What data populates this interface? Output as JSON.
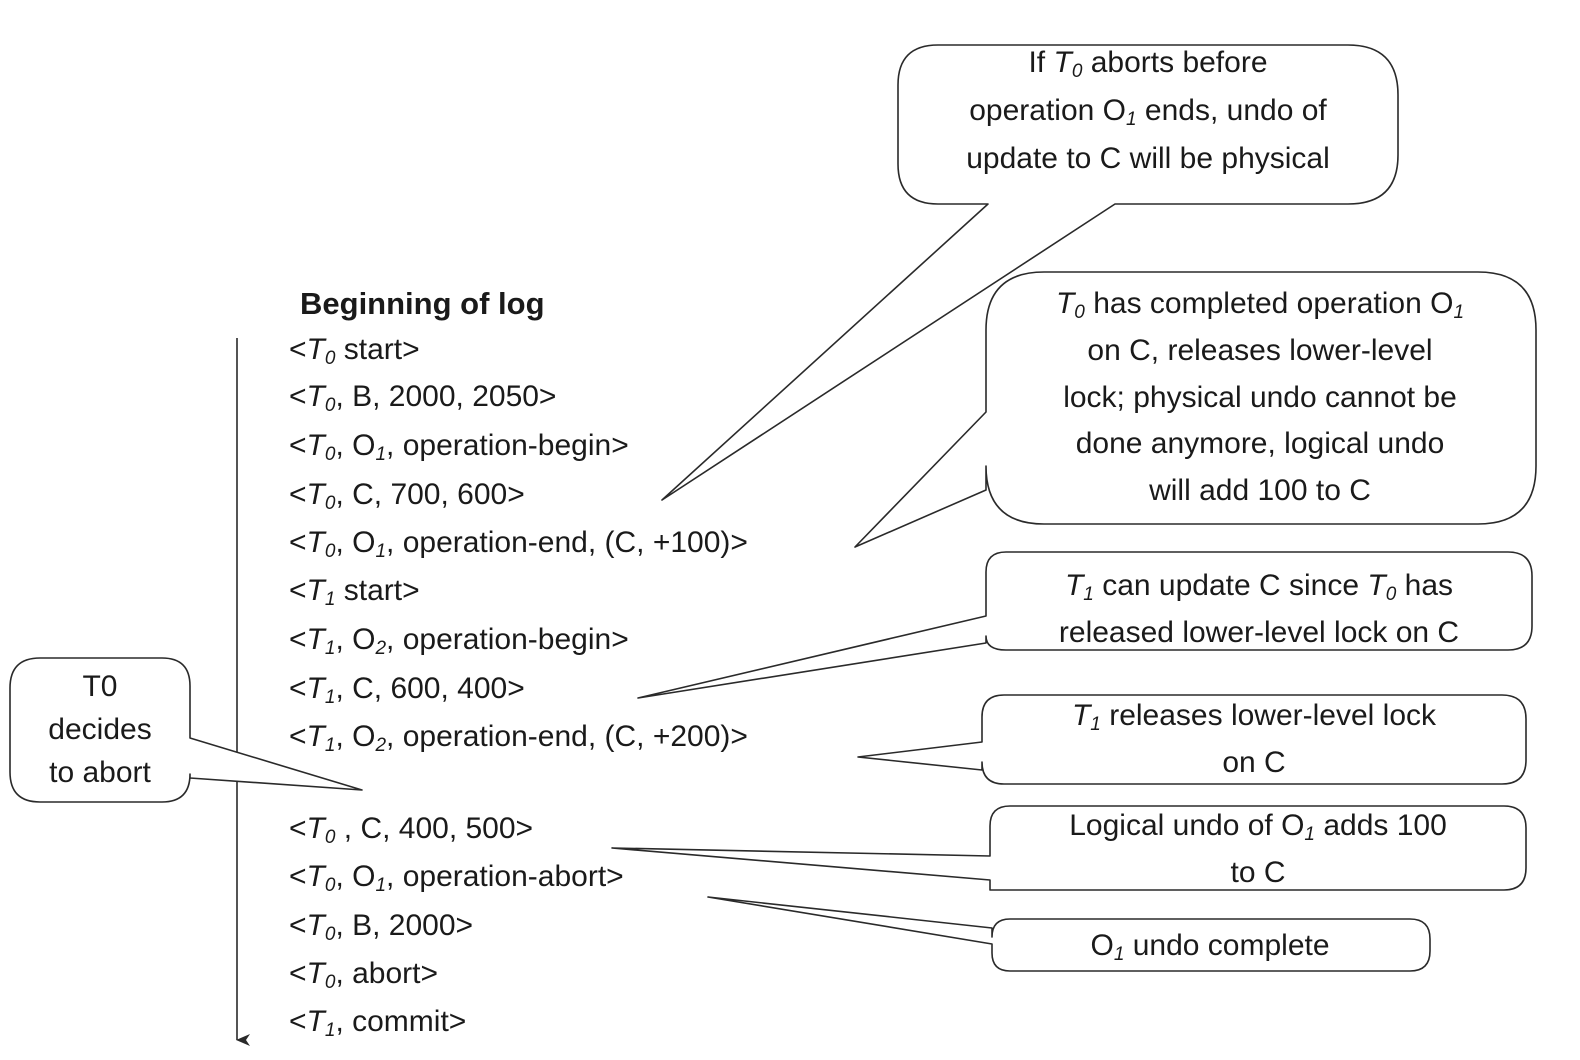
{
  "log": {
    "heading": "Beginning of log",
    "records": [
      [
        {
          "t": "<"
        },
        {
          "t": "T",
          "i": true
        },
        {
          "t": "0",
          "i": true,
          "sub": true
        },
        {
          "t": " start>"
        }
      ],
      [
        {
          "t": "<"
        },
        {
          "t": "T",
          "i": true
        },
        {
          "t": "0",
          "i": true,
          "sub": true
        },
        {
          "t": ", B, 2000, 2050>"
        }
      ],
      [
        {
          "t": "<"
        },
        {
          "t": "T",
          "i": true
        },
        {
          "t": "0",
          "i": true,
          "sub": true
        },
        {
          "t": ", O"
        },
        {
          "t": "1",
          "i": true,
          "sub": true
        },
        {
          "t": ", operation-begin>"
        }
      ],
      [
        {
          "t": "<"
        },
        {
          "t": "T",
          "i": true
        },
        {
          "t": "0",
          "i": true,
          "sub": true
        },
        {
          "t": ", C, 700, 600>"
        }
      ],
      [
        {
          "t": "<"
        },
        {
          "t": "T",
          "i": true
        },
        {
          "t": "0",
          "i": true,
          "sub": true
        },
        {
          "t": ", O"
        },
        {
          "t": "1",
          "i": true,
          "sub": true
        },
        {
          "t": ", operation-end, (C, +100)>"
        }
      ],
      [
        {
          "t": "<"
        },
        {
          "t": "T",
          "i": true
        },
        {
          "t": "1",
          "i": true,
          "sub": true
        },
        {
          "t": " start>"
        }
      ],
      [
        {
          "t": "<"
        },
        {
          "t": "T",
          "i": true
        },
        {
          "t": "1",
          "i": true,
          "sub": true
        },
        {
          "t": ", O"
        },
        {
          "t": "2",
          "i": true,
          "sub": true
        },
        {
          "t": ", operation-begin>"
        }
      ],
      [
        {
          "t": "<"
        },
        {
          "t": "T",
          "i": true
        },
        {
          "t": "1",
          "i": true,
          "sub": true
        },
        {
          "t": ", C, 600, 400>"
        }
      ],
      [
        {
          "t": "<"
        },
        {
          "t": "T",
          "i": true
        },
        {
          "t": "1",
          "i": true,
          "sub": true
        },
        {
          "t": ", O"
        },
        {
          "t": "2",
          "i": true,
          "sub": true
        },
        {
          "t": ", operation-end, (C, +200)>"
        }
      ],
      [
        {
          "t": "<"
        },
        {
          "t": "T",
          "i": true
        },
        {
          "t": "0",
          "i": true,
          "sub": true
        },
        {
          "t": " , C, 400, 500>"
        }
      ],
      [
        {
          "t": "<"
        },
        {
          "t": "T",
          "i": true
        },
        {
          "t": "0",
          "i": true,
          "sub": true
        },
        {
          "t": ", O"
        },
        {
          "t": "1",
          "i": true,
          "sub": true
        },
        {
          "t": ", operation-abort>"
        }
      ],
      [
        {
          "t": "<"
        },
        {
          "t": "T",
          "i": true
        },
        {
          "t": "0",
          "i": true,
          "sub": true
        },
        {
          "t": ", B, 2000>"
        }
      ],
      [
        {
          "t": "<"
        },
        {
          "t": "T",
          "i": true
        },
        {
          "t": "0",
          "i": true,
          "sub": true
        },
        {
          "t": ", abort>"
        }
      ],
      [
        {
          "t": "<"
        },
        {
          "t": "T",
          "i": true
        },
        {
          "t": "1",
          "i": true,
          "sub": true
        },
        {
          "t": ", commit>"
        }
      ]
    ]
  },
  "callouts": [
    {
      "name": "callout-t0-abort-before-o1-ends",
      "lines": [
        [
          {
            "t": "If "
          },
          {
            "t": "T",
            "i": true
          },
          {
            "t": "0",
            "i": true,
            "sub": true
          },
          {
            "t": " aborts before"
          }
        ],
        [
          {
            "t": "operation O"
          },
          {
            "t": "1",
            "i": true,
            "sub": true
          },
          {
            "t": " ends, undo of"
          }
        ],
        [
          {
            "t": "update to C will be physical"
          }
        ]
      ]
    },
    {
      "name": "callout-t0-completed-o1",
      "lines": [
        [
          {
            "t": "T",
            "i": true
          },
          {
            "t": "0",
            "i": true,
            "sub": true
          },
          {
            "t": " has completed operation O"
          },
          {
            "t": "1",
            "i": true,
            "sub": true
          }
        ],
        [
          {
            "t": "on C, releases lower-level"
          }
        ],
        [
          {
            "t": "lock; physical undo cannot be"
          }
        ],
        [
          {
            "t": "done anymore, logical undo"
          }
        ],
        [
          {
            "t": "will add 100 to C"
          }
        ]
      ]
    },
    {
      "name": "callout-t1-can-update-c",
      "lines": [
        [
          {
            "t": "T",
            "i": true
          },
          {
            "t": "1",
            "i": true,
            "sub": true
          },
          {
            "t": " can update C since "
          },
          {
            "t": "T",
            "i": true
          },
          {
            "t": "0",
            "i": true,
            "sub": true
          },
          {
            "t": " has"
          }
        ],
        [
          {
            "t": "released lower-level lock on C"
          }
        ]
      ]
    },
    {
      "name": "callout-t1-releases-lock",
      "lines": [
        [
          {
            "t": "T",
            "i": true
          },
          {
            "t": "1",
            "i": true,
            "sub": true
          },
          {
            "t": " releases lower-level lock"
          }
        ],
        [
          {
            "t": "on C"
          }
        ]
      ]
    },
    {
      "name": "callout-logical-undo-o1",
      "lines": [
        [
          {
            "t": "Logical undo of O"
          },
          {
            "t": "1",
            "i": true,
            "sub": true
          },
          {
            "t": " adds 100"
          }
        ],
        [
          {
            "t": "to C"
          }
        ]
      ]
    },
    {
      "name": "callout-o1-undo-complete",
      "lines": [
        [
          {
            "t": "O"
          },
          {
            "t": "1",
            "i": true,
            "sub": true
          },
          {
            "t": " undo complete"
          }
        ]
      ]
    },
    {
      "name": "callout-t0-decides-abort",
      "lines": [
        [
          {
            "t": "T0"
          }
        ],
        [
          {
            "t": "decides"
          }
        ],
        [
          {
            "t": "to abort"
          }
        ]
      ]
    }
  ]
}
